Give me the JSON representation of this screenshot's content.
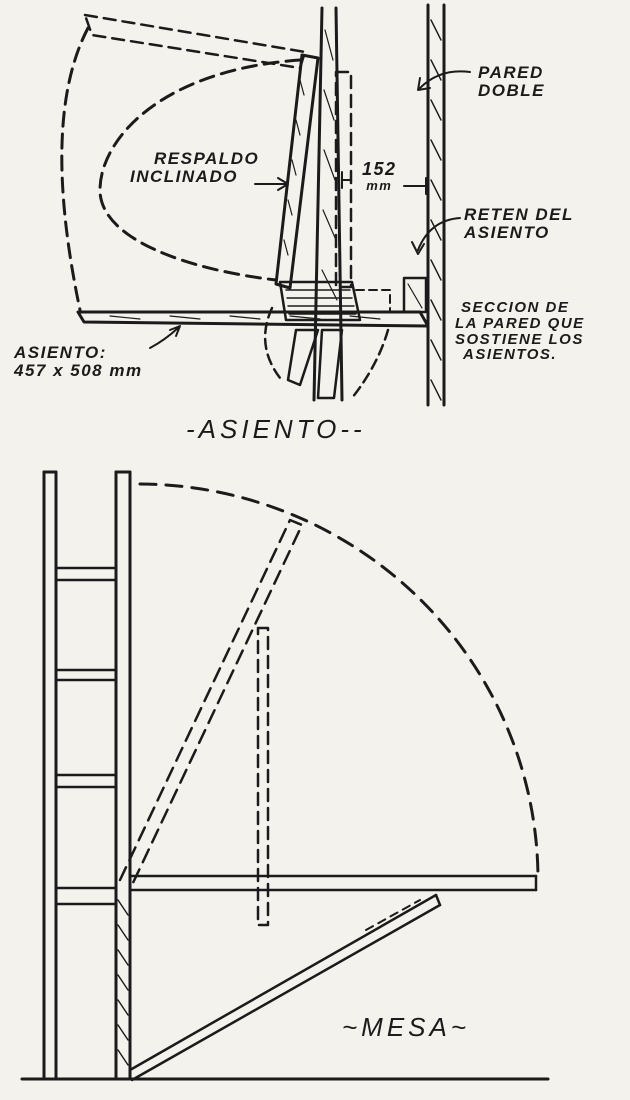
{
  "asiento_section": {
    "title": "-ASIENTO--",
    "labels": {
      "pared_doble": [
        "PARED",
        "DOBLE"
      ],
      "respaldo": [
        "RESPALDO",
        "INCLINADO"
      ],
      "dimension": [
        "152",
        "mm"
      ],
      "reten": [
        "RETEN DEL",
        "ASIENTO"
      ],
      "seccion": [
        "SECCION DE",
        "LA PARED QUE",
        "SOSTIENE LOS",
        "ASIENTOS."
      ],
      "asiento_size": [
        "ASIENTO:",
        "457 x 508 mm"
      ]
    }
  },
  "mesa_section": {
    "title": "~MESA~"
  }
}
